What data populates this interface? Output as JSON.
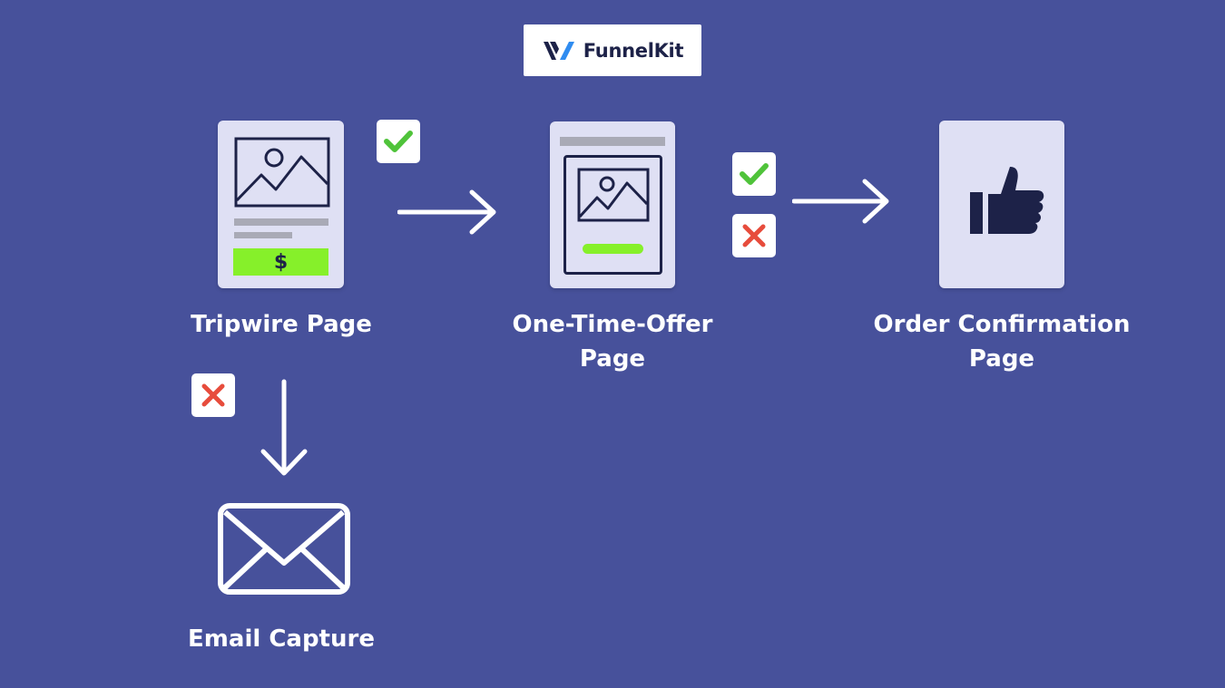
{
  "logo": {
    "brand": "FunnelKit"
  },
  "nodes": {
    "tripwire": {
      "label": "Tripwire Page",
      "price_symbol": "$"
    },
    "oto": {
      "label_line1": "One-Time-Offer",
      "label_line2": "Page"
    },
    "confirmation": {
      "label_line1": "Order Confirmation",
      "label_line2": "Page"
    },
    "email": {
      "label": "Email Capture"
    }
  },
  "colors": {
    "background": "#47519b",
    "card": "#dfe0f4",
    "outline": "#1d2248",
    "accent_green": "#86f02a",
    "check": "#4fc33a",
    "cross": "#e74c3c",
    "grey_bar": "#a9aab6"
  },
  "icons": {
    "accept": "check-icon",
    "decline": "cross-icon",
    "flow": "arrow-icon",
    "confirmation": "thumbs-up-icon",
    "email": "envelope-icon",
    "image": "image-placeholder-icon"
  }
}
